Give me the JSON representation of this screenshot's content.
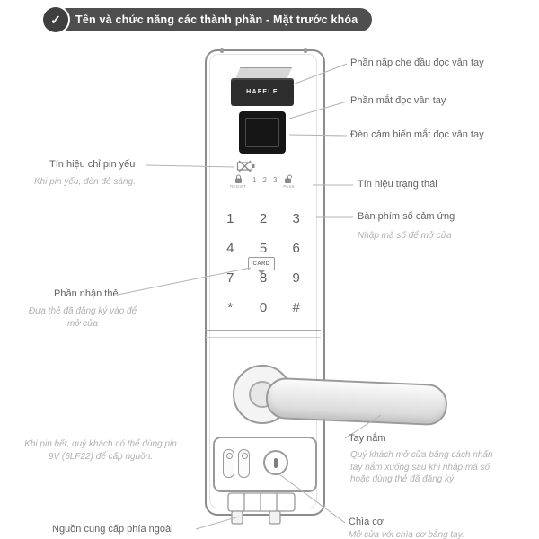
{
  "header": {
    "check_icon": "✓",
    "title": "Tên và chức năng các thành phần - Mặt trước khóa"
  },
  "lock": {
    "brand": "HAFELE",
    "card_label": "CARD",
    "status_regist_label": "REGIST",
    "status_pass_label": "PASS",
    "status_numbers": [
      "1",
      "2",
      "3"
    ],
    "keypad_keys": [
      "1",
      "2",
      "3",
      "4",
      "5",
      "6",
      "7",
      "8",
      "9",
      "*",
      "0",
      "#"
    ]
  },
  "callouts": {
    "right": {
      "flap": "Phần nắp che đầu đọc vân tay",
      "eye": "Phần mắt đọc vân tay",
      "led": "Đèn cảm biến mắt đọc vân tay",
      "status": "Tín hiệu trạng thái",
      "keypad": "Bàn phím số cảm ứng",
      "keypad_sub": "Nhập mã số để mở cửa",
      "handle": "Tay nắm",
      "handle_sub": "Quý khách mở cửa bằng cách nhấn tay nắm xuống sau khi nhập mã số hoặc dùng thẻ đã đăng ký",
      "key": "Chìa cơ",
      "key_sub": "Mở cửa với chìa cơ bằng tay."
    },
    "left": {
      "battery": "Tín hiệu chỉ pin yếu",
      "battery_sub": "Khi pin yếu, đèn đỏ sáng.",
      "card": "Phần nhận thẻ",
      "card_sub": "Đưa thẻ đã đăng ký vào để mở cửa",
      "power_note": "Khi pin hết, quý khách có thể dùng pin 9V (6LF22) để cấp nguồn.",
      "power": "Nguồn cung cấp phía ngoài"
    }
  },
  "colors": {
    "badge": "#4f4f4f",
    "label_text": "#636363",
    "sub_text": "#b0b0b0",
    "line": "#b3b3b3",
    "lock_border": "#8c8c8c",
    "dark_part": "#2d2d2d"
  }
}
